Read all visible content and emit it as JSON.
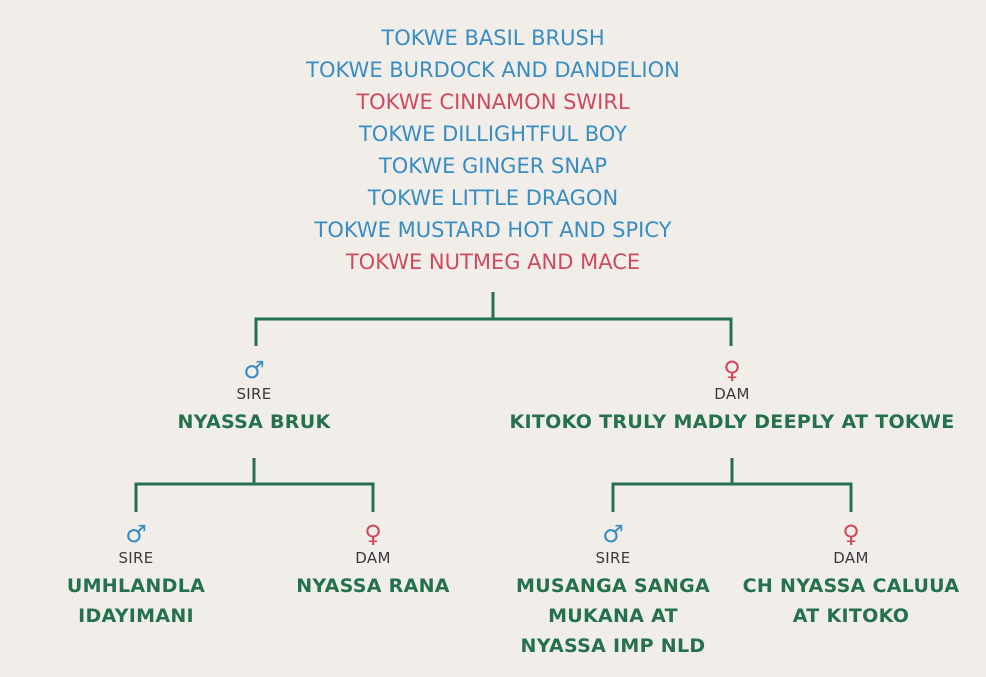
{
  "colors": {
    "male": "#3a8dc0",
    "female": "#d04a5e",
    "pedigree": "#24704f",
    "line": "#24704f"
  },
  "litter": [
    {
      "name": "TOKWE BASIL BRUSH",
      "sex": "male"
    },
    {
      "name": "TOKWE BURDOCK AND DANDELION",
      "sex": "male"
    },
    {
      "name": "TOKWE CINNAMON SWIRL",
      "sex": "female"
    },
    {
      "name": "TOKWE DILLIGHTFUL BOY",
      "sex": "male"
    },
    {
      "name": "TOKWE GINGER SNAP",
      "sex": "male"
    },
    {
      "name": "TOKWE LITTLE DRAGON",
      "sex": "male"
    },
    {
      "name": "TOKWE MUSTARD HOT AND SPICY",
      "sex": "male"
    },
    {
      "name": "TOKWE NUTMEG AND MACE",
      "sex": "female"
    }
  ],
  "sire": {
    "symbol": "♂",
    "symbol_name": "male-symbol-icon",
    "role": "SIRE",
    "name": "NYASSA BRUK",
    "sire": {
      "symbol": "♂",
      "role": "SIRE",
      "name": "UMHLANDLA IDAYIMANI"
    },
    "dam": {
      "symbol": "♀",
      "role": "DAM",
      "name": "NYASSA RANA"
    }
  },
  "dam": {
    "symbol": "♀",
    "symbol_name": "female-symbol-icon",
    "role": "DAM",
    "name": "KITOKO TRULY MADLY DEEPLY AT TOKWE",
    "sire": {
      "symbol": "♂",
      "role": "SIRE",
      "name": "MUSANGA SANGA MUKANA AT NYASSA IMP NLD"
    },
    "dam": {
      "symbol": "♀",
      "role": "DAM",
      "name": "CH NYASSA CALUUA AT KITOKO"
    }
  }
}
